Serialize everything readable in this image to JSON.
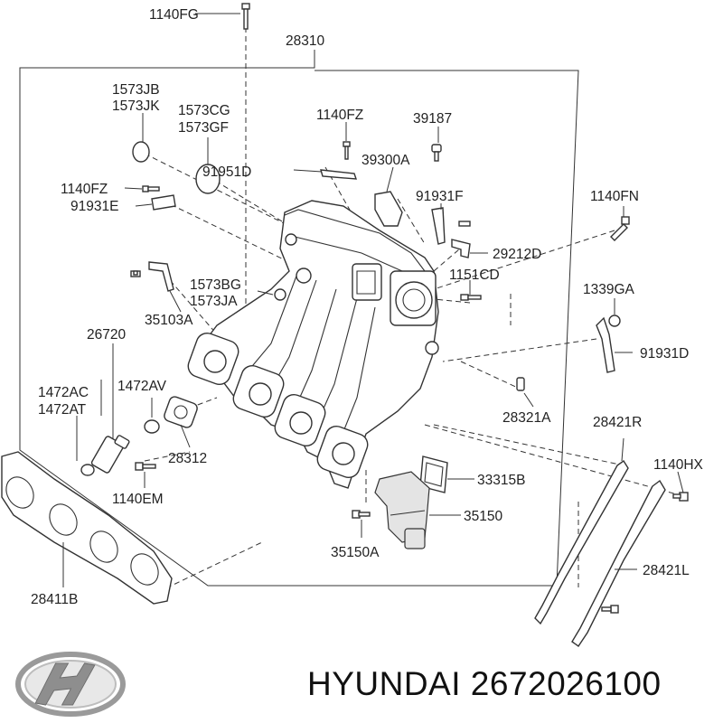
{
  "labels": {
    "p1140FG": "1140FG",
    "p28310": "28310",
    "p1573JB": "1573JB",
    "p1573JK": "1573JK",
    "p1573CG": "1573CG",
    "p1573GF": "1573GF",
    "p1140FZ_top": "1140FZ",
    "p39187": "39187",
    "p39300A": "39300A",
    "p91951D": "91951D",
    "p1140FZ_left": "1140FZ",
    "p91931E": "91931E",
    "p91931F": "91931F",
    "p1140FN": "1140FN",
    "p29212D": "29212D",
    "p1151CD": "1151CD",
    "p1573BG": "1573BG",
    "p1573JA": "1573JA",
    "p35103A": "35103A",
    "p1339GA": "1339GA",
    "p26720": "26720",
    "p91931D": "91931D",
    "p1472AC": "1472AC",
    "p1472AT": "1472AT",
    "p1472AV": "1472AV",
    "p28321A": "28321A",
    "p28421R": "28421R",
    "p28312": "28312",
    "p1140HX": "1140HX",
    "p33315B": "33315B",
    "p1140EM": "1140EM",
    "p35150": "35150",
    "p35150A": "35150A",
    "p28421L": "28421L",
    "p28411B": "28411B"
  },
  "footer": {
    "brand_text": "HYUNDAI 2672026100",
    "logo": "hyundai-logo"
  }
}
